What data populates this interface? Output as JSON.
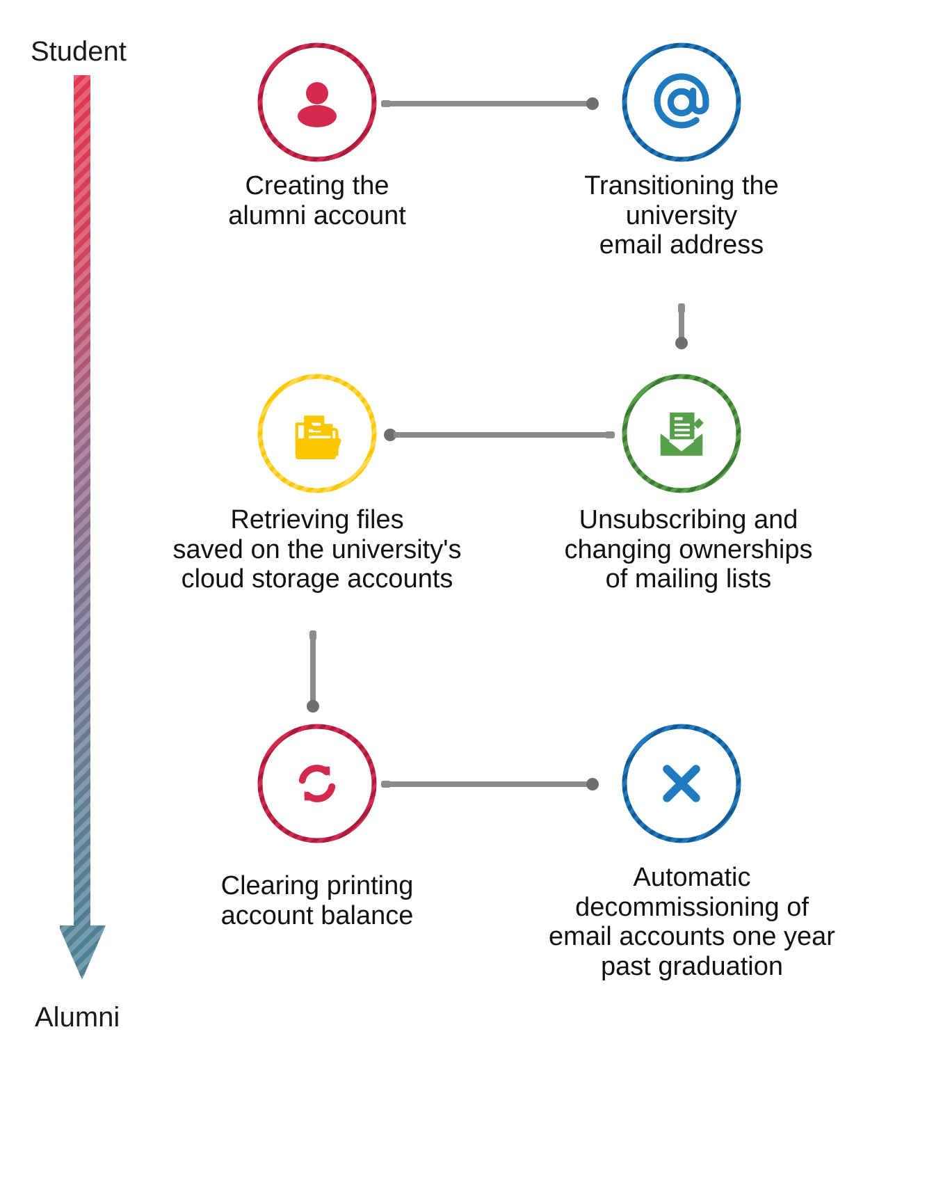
{
  "timeline": {
    "start_label": "Student",
    "end_label": "Alumni",
    "gradient_from": "#e0374f",
    "gradient_mid": "#8f6f9a",
    "gradient_to": "#4d7f93"
  },
  "colors": {
    "red": "#d42a4e",
    "blue": "#1f7ac0",
    "yellow": "#fbc800",
    "green": "#57a04a",
    "connector": "#8c8c8c",
    "connector_dot": "#6e6e6e",
    "text": "#111111"
  },
  "steps": [
    {
      "id": "creating-alumni-account",
      "icon": "person-icon",
      "color": "#d42a4e",
      "caption": "Creating the\nalumni account"
    },
    {
      "id": "transitioning-email",
      "icon": "at-sign-icon",
      "color": "#1f7ac0",
      "caption": "Transitioning the\nuniversity\nemail address"
    },
    {
      "id": "retrieving-files",
      "icon": "folder-document-icon",
      "color": "#fbc800",
      "caption": "Retrieving files\nsaved on the university's\ncloud storage accounts"
    },
    {
      "id": "mailing-lists",
      "icon": "envelope-edit-icon",
      "color": "#57a04a",
      "caption": "Unsubscribing and\nchanging ownerships\nof mailing lists"
    },
    {
      "id": "clearing-printing-balance",
      "icon": "refresh-sync-icon",
      "color": "#d42a4e",
      "caption": "Clearing printing\naccount balance"
    },
    {
      "id": "decommissioning-email",
      "icon": "close-x-icon",
      "color": "#1f7ac0",
      "caption": "Automatic\ndecommissioning of\nemail accounts one year\npast graduation"
    }
  ],
  "connectors": [
    {
      "id": "conn-1-to-2",
      "orientation": "horizontal"
    },
    {
      "id": "conn-2-to-4",
      "orientation": "vertical"
    },
    {
      "id": "conn-4-to-3",
      "orientation": "horizontal"
    },
    {
      "id": "conn-3-to-5",
      "orientation": "vertical"
    },
    {
      "id": "conn-5-to-6",
      "orientation": "horizontal"
    }
  ]
}
